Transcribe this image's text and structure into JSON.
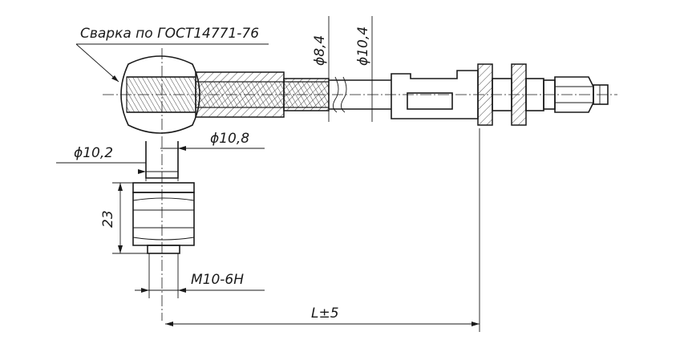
{
  "labels": {
    "weld_note": "Сварка по ГОСТ14771-76",
    "dia_8_4": "ϕ8,4",
    "dia_10_4": "ϕ10,4",
    "dia_10_8": "ϕ10,8",
    "dia_10_2": "ϕ10,2",
    "height_23": "23",
    "thread": "M10-6H",
    "length": "L±5"
  }
}
